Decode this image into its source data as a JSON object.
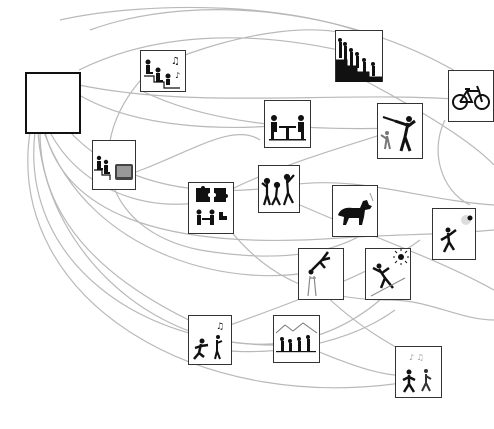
{
  "diagram": {
    "edge_color": "#b9b9b9",
    "tile_border_color": "#333333",
    "ink_color": "#111111",
    "hub": {
      "name": "hub-box"
    },
    "tiles": [
      {
        "name": "pictogram-tile-seated-musicians",
        "icon": "seated-people-music-notes-icon"
      },
      {
        "name": "pictogram-tile-audience-stairs",
        "icon": "audience-on-steps-icon"
      },
      {
        "name": "pictogram-tile-bicycle",
        "icon": "bicycle-icon"
      },
      {
        "name": "pictogram-tile-table-meeting",
        "icon": "two-people-at-table-icon"
      },
      {
        "name": "pictogram-tile-trumpet-player",
        "icon": "trumpet-player-icon"
      },
      {
        "name": "pictogram-tile-watching-tv",
        "icon": "people-watching-tv-icon"
      },
      {
        "name": "pictogram-tile-puzzle-play",
        "icon": "puzzle-pieces-people-icon"
      },
      {
        "name": "pictogram-tile-group-dance",
        "icon": "group-dancing-icon"
      },
      {
        "name": "pictogram-tile-dog",
        "icon": "dog-icon"
      },
      {
        "name": "pictogram-tile-ball-throw",
        "icon": "throwing-ball-icon"
      },
      {
        "name": "pictogram-tile-acrobat",
        "icon": "acrobat-jumping-icon"
      },
      {
        "name": "pictogram-tile-sunny-stretch",
        "icon": "stretching-in-sun-icon"
      },
      {
        "name": "pictogram-tile-runners-music",
        "icon": "runners-music-notes-icon"
      },
      {
        "name": "pictogram-tile-outdoor-group",
        "icon": "outdoor-group-icon"
      },
      {
        "name": "pictogram-tile-walking-pair",
        "icon": "people-walking-icon"
      }
    ]
  }
}
